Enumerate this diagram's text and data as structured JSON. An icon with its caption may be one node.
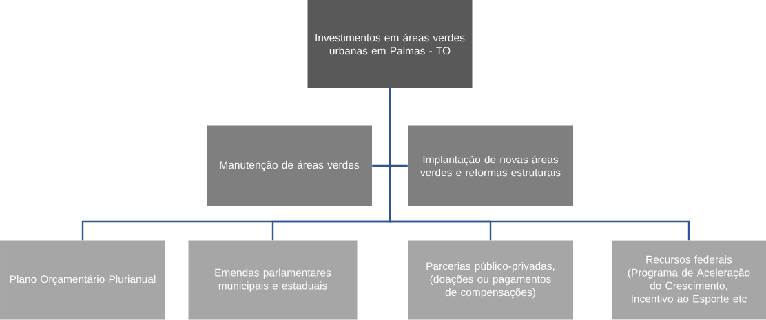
{
  "diagram": {
    "nodes": [
      {
        "text": [
          "Investimentos em áreas verdes urbanas em Palmas - TO"
        ]
      },
      {
        "text": [
          "Manutenção de áreas verdes"
        ]
      },
      {
        "text": [
          "Implantação de novas áreas verdes  e reformas estruturais"
        ]
      },
      {
        "text": [
          "Plano Orçamentário Plurianual"
        ]
      },
      {
        "text": [
          "Emendas parlamentares municipais e estaduais"
        ]
      },
      {
        "text": [
          "Parcerias público-privadas, (doações ou pagamentos de compensações)"
        ]
      },
      {
        "text": [
          "Recursos federais (Programa de Aceleração do Crescimento, Incentivo ao Esporte etc"
        ]
      }
    ],
    "edges": [
      {
        "from": 0,
        "to": 1,
        "arrow": "none"
      },
      {
        "from": 0,
        "to": 2,
        "arrow": "none"
      },
      {
        "from": 0,
        "to": 3,
        "arrow": "none"
      },
      {
        "from": 0,
        "to": 4,
        "arrow": "none"
      },
      {
        "from": 0,
        "to": 5,
        "arrow": "none"
      },
      {
        "from": 0,
        "to": 6,
        "arrow": "none"
      }
    ]
  }
}
